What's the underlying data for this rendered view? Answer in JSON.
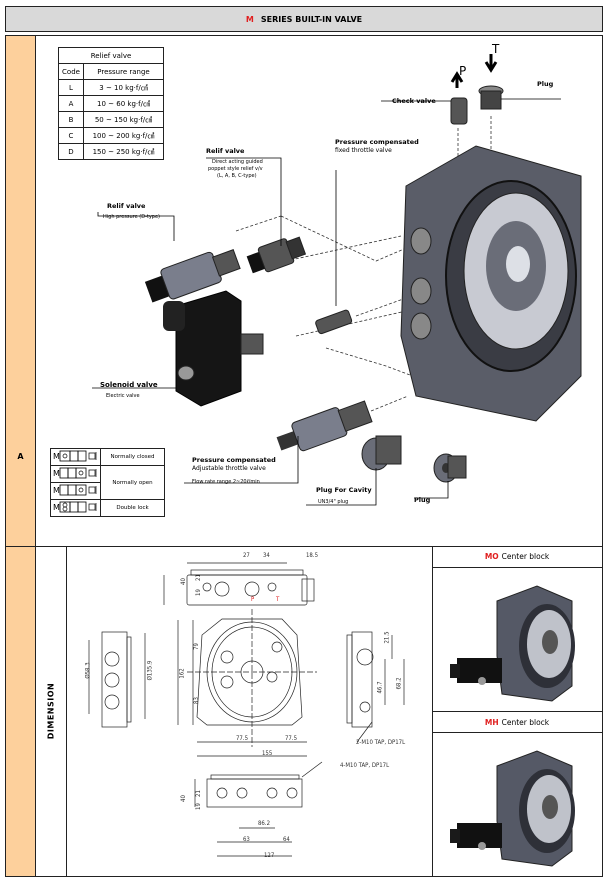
{
  "header": {
    "series_code": "M",
    "title": "SERIES BUILT-IN VALVE"
  },
  "sections": {
    "a_label": "A",
    "dimension_label": "DIMENSION"
  },
  "relief_table": {
    "title": "Relief valve",
    "columns": [
      "Code",
      "Pressure range"
    ],
    "rows": [
      {
        "code": "L",
        "range": "3 ~ 10 kg·f/㎠"
      },
      {
        "code": "A",
        "range": "10 ~ 60 kg·f/㎠"
      },
      {
        "code": "B",
        "range": "50 ~ 150 kg·f/㎠"
      },
      {
        "code": "C",
        "range": "100 ~ 200 kg·f/㎠"
      },
      {
        "code": "D",
        "range": "150 ~ 250 kg·f/㎠"
      }
    ]
  },
  "solenoid_table": {
    "rows": [
      {
        "desc": "Normally closed"
      },
      {
        "desc": "Normally open"
      },
      {
        "desc": "Double lock"
      }
    ]
  },
  "callouts": {
    "relief_direct": {
      "title": "Relif valve",
      "sub1": "Direct acting guided",
      "sub2": "poppet style relief v/v",
      "sub3": "(L, A, B, C-type)"
    },
    "relief_high": {
      "title": "Relif valve",
      "sub": "High pressure (D-type)"
    },
    "fixed_throttle": {
      "title": "Pressure compensated",
      "sub": "fixed throttle valve"
    },
    "check_valve": {
      "title": "Check valve"
    },
    "plug_top": {
      "title": "Plug"
    },
    "port_p": "P",
    "port_t": "T",
    "solenoid": {
      "title": "Solenoid valve",
      "sub": "Electric valve"
    },
    "adj_throttle": {
      "title": "Pressure compensated",
      "title2": "Adjustable throttle valve",
      "sub": "Flow rate range 2~20ℓ/min"
    },
    "plug_cavity": {
      "title": "Plug For Cavity",
      "sub": "UN3/4\"  plug"
    },
    "plug_bottom": {
      "title": "Plug"
    }
  },
  "dimensions": {
    "top_view": [
      "27",
      "34",
      "18.5",
      "40",
      "21",
      "19"
    ],
    "top_view_ports": [
      "P",
      "T"
    ],
    "side_left": [
      "Ø58.3",
      "Ø135.9"
    ],
    "front": [
      "79",
      "162",
      "83",
      "77.5",
      "77.5",
      "155"
    ],
    "side_right": [
      "21.5",
      "46.7",
      "68.2"
    ],
    "tap_note_1": "2-M10 TAP, DP17L",
    "tap_note_2": "4-M10 TAP, DP17L",
    "bottom_view": [
      "40",
      "21",
      "19",
      "86.2",
      "63",
      "64",
      "127"
    ]
  },
  "center_blocks": [
    {
      "code": "MO",
      "label": "Center block"
    },
    {
      "code": "MH",
      "label": "Center block"
    }
  ]
}
